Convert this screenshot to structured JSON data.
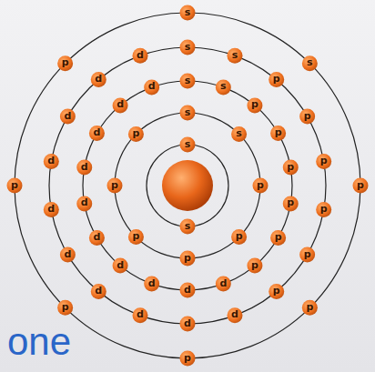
{
  "diagram": {
    "labels": [
      "s",
      "s",
      "s",
      "s",
      "p",
      "p",
      "p",
      "p",
      "p",
      "p",
      "s",
      "s",
      "p",
      "p",
      "p",
      "p",
      "p",
      "p",
      "d",
      "d",
      "d",
      "d",
      "d",
      "d",
      "d",
      "d",
      "d",
      "d",
      "s",
      "s",
      "p",
      "p",
      "p",
      "p",
      "p",
      "p",
      "d",
      "d",
      "d",
      "d",
      "d",
      "d",
      "d",
      "d",
      "d",
      "d",
      "s",
      "s",
      "p",
      "p",
      "p",
      "p",
      "p",
      "p",
      "one"
    ]
  }
}
